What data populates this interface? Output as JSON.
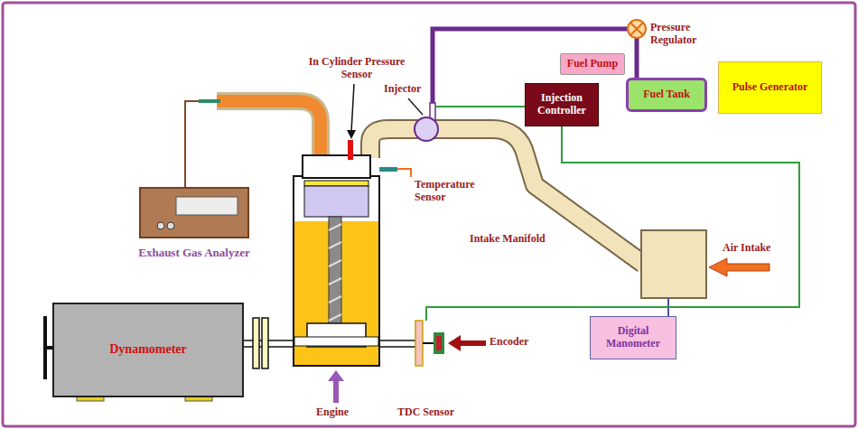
{
  "diagram": {
    "nodes": [
      {
        "text": [
          "Dynamometer"
        ]
      },
      {
        "text": [
          "Exhaust Gas Analyzer"
        ]
      },
      {
        "text": [
          "Fuel Pump"
        ]
      },
      {
        "text": [
          "Fuel Tank"
        ]
      },
      {
        "text": [
          "Pulse Generator"
        ]
      },
      {
        "text": [
          "Injection Controller"
        ]
      },
      {
        "text": [
          "Digital Manometer"
        ]
      }
    ],
    "labels": [
      "In Cylinder Pressure Sensor",
      "Injector",
      "Pressure Regulator",
      "Temperature Sensor",
      "Intake Manifold",
      "Air Intake",
      "Engine",
      "TDC Sensor",
      "Encoder"
    ]
  }
}
